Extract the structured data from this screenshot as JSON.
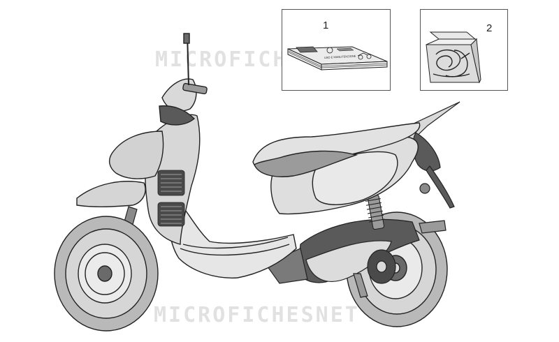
{
  "callouts": [
    {
      "number": "1",
      "item": "manual-booklets"
    },
    {
      "number": "2",
      "item": "decal-kit"
    }
  ],
  "manual_cover_text": "USO E MANUTENZIONE",
  "watermark_text": "MICROFICHESNET",
  "colors": {
    "line": "#222222",
    "body_fill": "#d9d9d9",
    "seat_fill": "#9b9b9b",
    "tire_fill": "#b9b9b9",
    "dark_fill": "#5a5a5a"
  }
}
